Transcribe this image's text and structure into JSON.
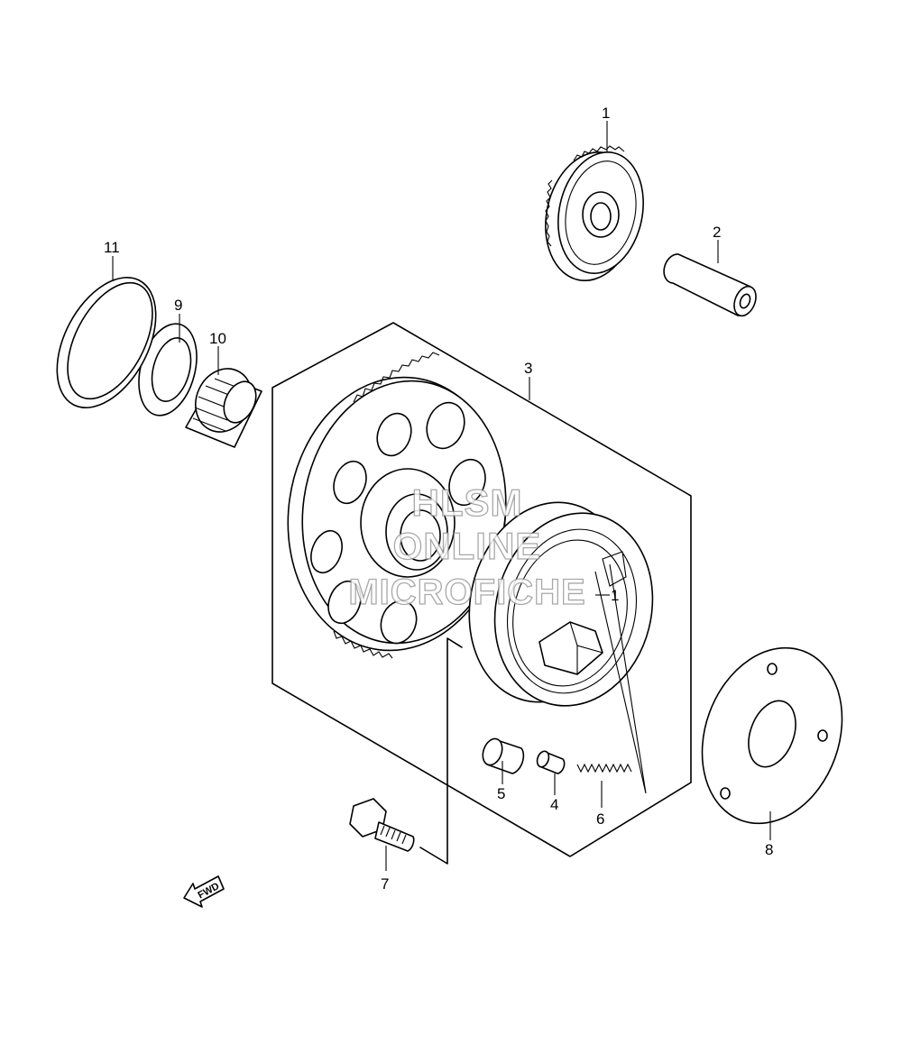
{
  "callouts": [
    {
      "id": "1",
      "label": "1"
    },
    {
      "id": "2",
      "label": "2"
    },
    {
      "id": "3",
      "label": "3"
    },
    {
      "id": "4",
      "label": "4"
    },
    {
      "id": "5",
      "label": "5"
    },
    {
      "id": "6",
      "label": "6"
    },
    {
      "id": "7",
      "label": "7"
    },
    {
      "id": "8",
      "label": "8"
    },
    {
      "id": "9",
      "label": "9"
    },
    {
      "id": "10",
      "label": "10"
    },
    {
      "id": "11",
      "label": "11"
    }
  ],
  "inner_marker": "1",
  "watermark": {
    "line1": "HLSM",
    "line2": "ONLINE",
    "line3": "MICROFICHE"
  },
  "fwd_label": "FWD"
}
